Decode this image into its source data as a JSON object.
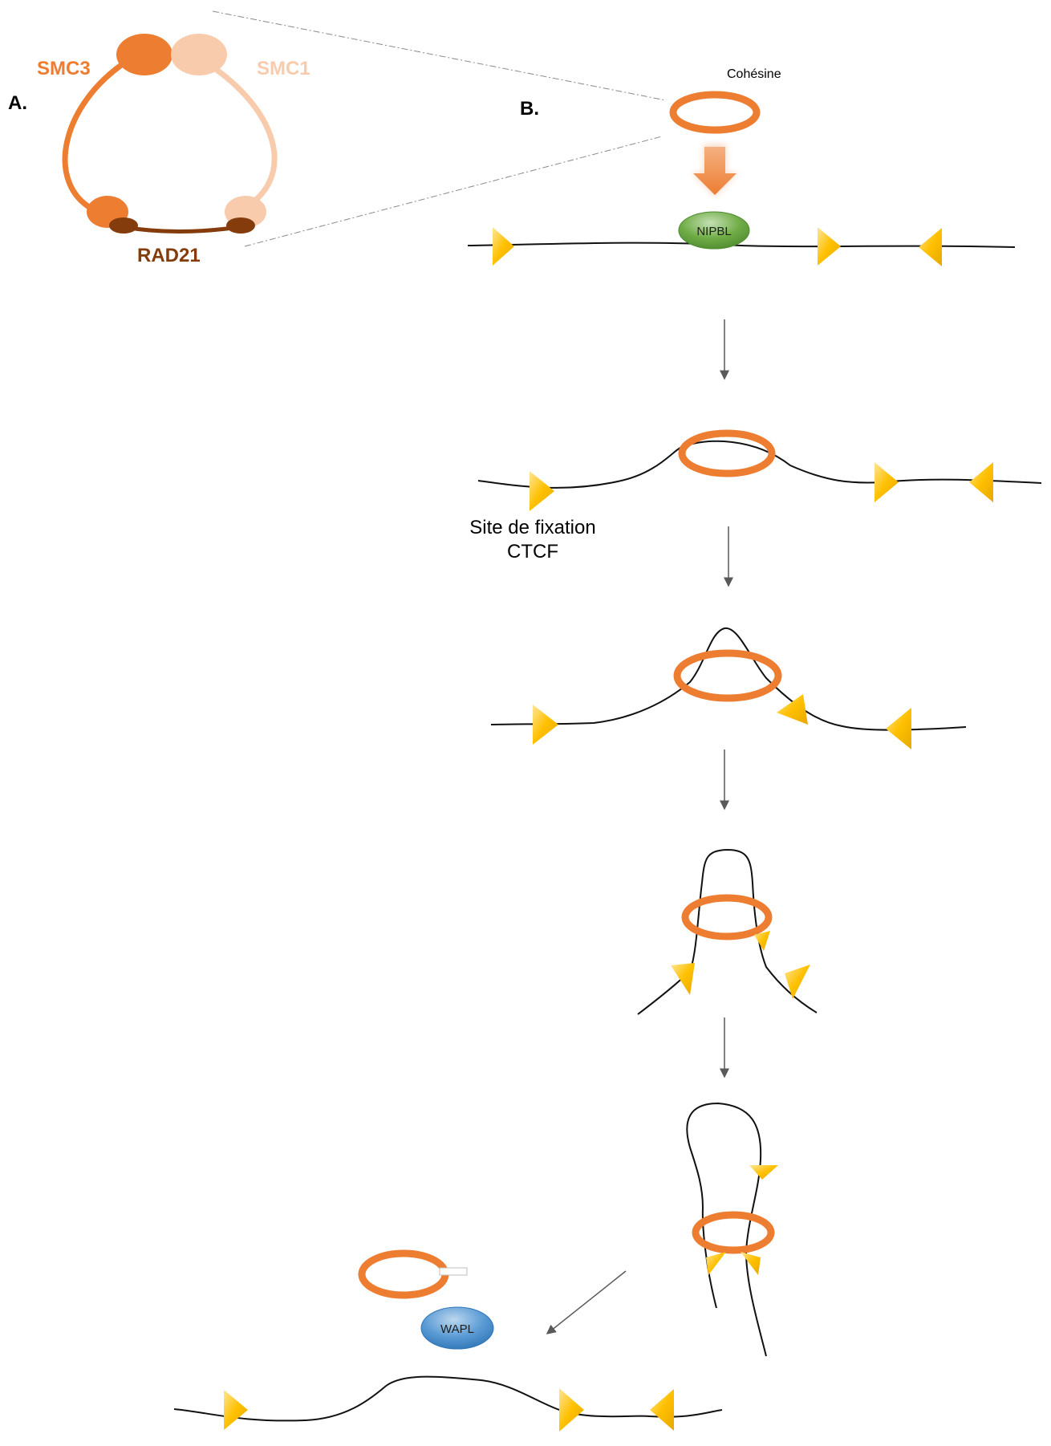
{
  "panels": {
    "a": "A.",
    "b": "B."
  },
  "subunits": {
    "smc3": "SMC3",
    "smc1": "SMC1",
    "rad21": "RAD21"
  },
  "labels": {
    "cohesin": "Cohésine",
    "nipbl": "NIPBL",
    "wapl": "WAPL",
    "ctcf_site_line1": "Site de fixation",
    "ctcf_site_line2": "CTCF"
  },
  "colors": {
    "smc3": "#ED7D31",
    "smc1": "#F8CBAD",
    "rad21": "#843C0C",
    "cohesin_ring": "#ED7D31",
    "ctcf_site": "#FFC000",
    "nipbl": "#70AD47",
    "wapl": "#5B9BD5"
  }
}
